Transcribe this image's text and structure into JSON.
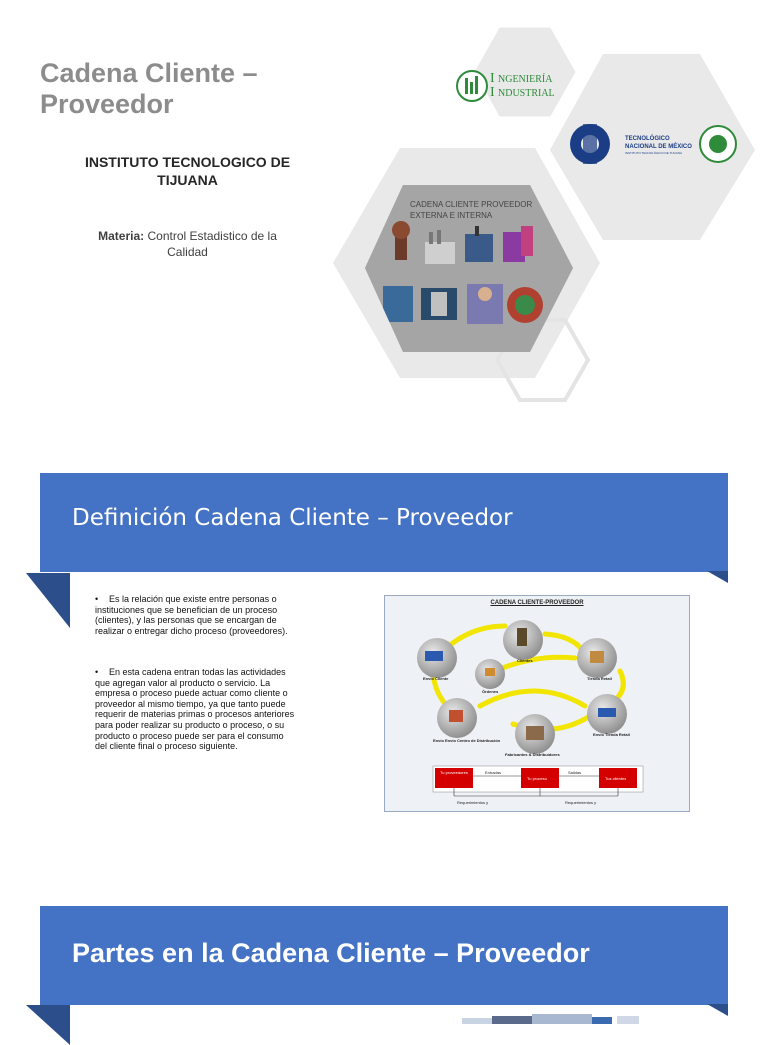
{
  "slide1": {
    "title_line1": "Cadena Cliente –",
    "title_line2": "Proveedor",
    "institute_line1": "INSTITUTO TECNOLOGICO DE",
    "institute_line2": "TIJUANA",
    "materia_label": "Materia:",
    "materia_value": " Control Estadistico de la",
    "materia_value2": "Calidad",
    "logo_ingenieria_line1": "NGENIERÍA",
    "logo_ingenieria_line2": "NDUSTRIAL",
    "logo_tec_line1": "TECNOLÓGICO",
    "logo_tec_line2": "NACIONAL DE MÉXICO",
    "logo_tec_line3": "INSTITUTO TECNOLÓGICO DE TIJUANA",
    "photo_caption_line1": "CADENA CLIENTE PROVEEDOR",
    "photo_caption_line2": "EXTERNA E INTERNA"
  },
  "slide2": {
    "heading": "Definición Cadena Cliente – Proveedor",
    "bullet1_lines": [
      "Es la relación que existe entre personas o",
      "instituciones que se benefician de un proceso",
      "(clientes),  y  las personas que se encargan de",
      "realizar o entregar dicho proceso (proveedores)."
    ],
    "bullet2_lines": [
      "En esta cadena entran todas las actividades",
      "que agregan valor al producto o servicio.  La",
      "empresa o proceso puede actuar como  cliente o",
      "proveedor al mismo tiempo, ya que tanto puede",
      "requerir de materias primas o procesos anteriores",
      "para poder realizar su producto o proceso, o su",
      "producto o proceso puede ser para el consumo",
      "del cliente final o proceso siguiente."
    ],
    "diagram": {
      "title": "CADENA CLIENTE-PROVEEDOR",
      "node_labels": [
        "Clientes",
        "Tienda Retail",
        "Envío Cliente",
        "Órdenes",
        "Envío Tienda Retail",
        "Envío Envío Centro de Distribución",
        "Fabricantes & Distribuidores"
      ],
      "flow_boxes": [
        "Tu proveedores",
        "Tu proceso",
        "Tus clientes"
      ],
      "flow_labels": [
        "Entradas",
        "Salidas",
        "Requerimientos y",
        "Requerimientos y"
      ]
    }
  },
  "slide3": {
    "heading": "Partes en la Cadena Cliente – Proveedor"
  },
  "colors": {
    "banner": "#4472c4",
    "banner_fold": "#2c4e8a",
    "title_gray": "#8c8c8c",
    "hexagon_gray": "#e9e9e9",
    "flow_red": "#d40000"
  }
}
